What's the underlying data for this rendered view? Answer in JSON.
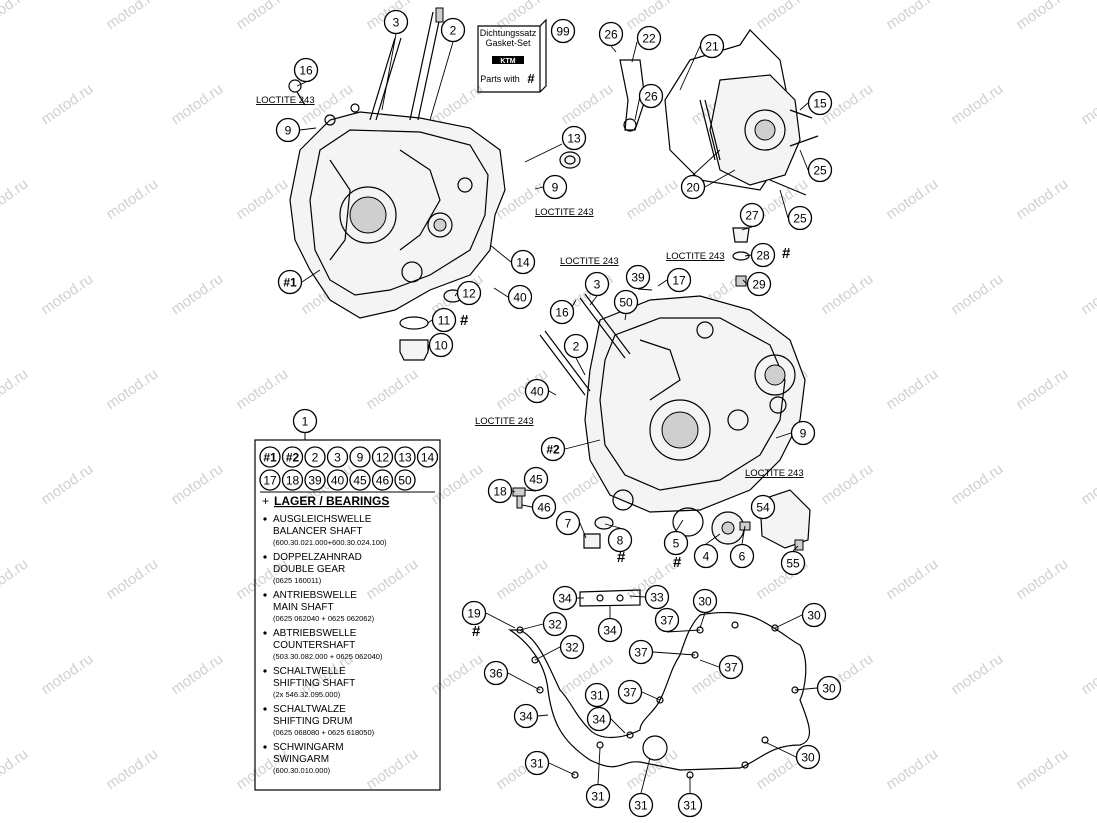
{
  "watermark": "motod.ru",
  "callouts": [
    {
      "id": "c3a",
      "label": "3"
    },
    {
      "id": "c2a",
      "label": "2"
    },
    {
      "id": "c16a",
      "label": "16"
    },
    {
      "id": "c9a",
      "label": "9"
    },
    {
      "id": "c13",
      "label": "13"
    },
    {
      "id": "c9b",
      "label": "9"
    },
    {
      "id": "c14",
      "label": "14"
    },
    {
      "id": "c40a",
      "label": "40"
    },
    {
      "id": "cH1a",
      "label": "#1"
    },
    {
      "id": "c12",
      "label": "12"
    },
    {
      "id": "c11",
      "label": "11"
    },
    {
      "id": "c10",
      "label": "10"
    },
    {
      "id": "c99",
      "label": "99"
    },
    {
      "id": "c26a",
      "label": "26"
    },
    {
      "id": "c22",
      "label": "22"
    },
    {
      "id": "c26b",
      "label": "26"
    },
    {
      "id": "c21",
      "label": "21"
    },
    {
      "id": "c15",
      "label": "15"
    },
    {
      "id": "c25a",
      "label": "25"
    },
    {
      "id": "c20",
      "label": "20"
    },
    {
      "id": "c25b",
      "label": "25"
    },
    {
      "id": "c27",
      "label": "27"
    },
    {
      "id": "c28",
      "label": "28"
    },
    {
      "id": "c29",
      "label": "29"
    },
    {
      "id": "c3b",
      "label": "3"
    },
    {
      "id": "c39",
      "label": "39"
    },
    {
      "id": "c17",
      "label": "17"
    },
    {
      "id": "c50",
      "label": "50"
    },
    {
      "id": "c16b",
      "label": "16"
    },
    {
      "id": "c2b",
      "label": "2"
    },
    {
      "id": "c40b",
      "label": "40"
    },
    {
      "id": "cH2a",
      "label": "#2"
    },
    {
      "id": "c9c",
      "label": "9"
    },
    {
      "id": "c45",
      "label": "45"
    },
    {
      "id": "c18",
      "label": "18"
    },
    {
      "id": "c46",
      "label": "46"
    },
    {
      "id": "c7",
      "label": "7"
    },
    {
      "id": "c8",
      "label": "8"
    },
    {
      "id": "c5",
      "label": "5"
    },
    {
      "id": "c4",
      "label": "4"
    },
    {
      "id": "c6",
      "label": "6"
    },
    {
      "id": "c54",
      "label": "54"
    },
    {
      "id": "c55",
      "label": "55"
    },
    {
      "id": "c1",
      "label": "1"
    },
    {
      "id": "c19",
      "label": "19"
    },
    {
      "id": "c34a",
      "label": "34"
    },
    {
      "id": "c33",
      "label": "33"
    },
    {
      "id": "c34b",
      "label": "34"
    },
    {
      "id": "c30a",
      "label": "30"
    },
    {
      "id": "c30b",
      "label": "30"
    },
    {
      "id": "c32a",
      "label": "32"
    },
    {
      "id": "c32b",
      "label": "32"
    },
    {
      "id": "c37a",
      "label": "37"
    },
    {
      "id": "c37b",
      "label": "37"
    },
    {
      "id": "c37c",
      "label": "37"
    },
    {
      "id": "c37d",
      "label": "37"
    },
    {
      "id": "c36",
      "label": "36"
    },
    {
      "id": "c30c",
      "label": "30"
    },
    {
      "id": "c31a",
      "label": "31"
    },
    {
      "id": "c34c",
      "label": "34"
    },
    {
      "id": "c34d",
      "label": "34"
    },
    {
      "id": "c30d",
      "label": "30"
    },
    {
      "id": "c31b",
      "label": "31"
    },
    {
      "id": "c31c",
      "label": "31"
    },
    {
      "id": "c31d",
      "label": "31"
    },
    {
      "id": "c31e",
      "label": "31"
    }
  ],
  "hash_marks": [
    "#",
    "#",
    "#",
    "#",
    "#"
  ],
  "loctite_labels": [
    "LOCTITE 243",
    "LOCTITE 243",
    "LOCTITE 243",
    "LOCTITE 243",
    "LOCTITE 243",
    "LOCTITE 243"
  ],
  "gasket_box": {
    "line1": "Dichtungssatz",
    "line2": "Gasket-Set",
    "brand": "KTM",
    "line3": "Parts with",
    "hash": "#"
  },
  "kit_box": {
    "row1": [
      "#1",
      "#2",
      "2",
      "3",
      "9",
      "12",
      "13",
      "14"
    ],
    "row2": [
      "17",
      "18",
      "39",
      "40",
      "45",
      "46",
      "50"
    ],
    "header_plus": "+",
    "header": "LAGER / BEARINGS",
    "items": [
      {
        "de": "AUSGLEICHSWELLE",
        "en": "BALANCER SHAFT",
        "pn": "(600.30.021.000+600.30.024.100)"
      },
      {
        "de": "DOPPELZAHNRAD",
        "en": "DOUBLE GEAR",
        "pn": "(0625 160011)"
      },
      {
        "de": "ANTRIEBSWELLE",
        "en": "MAIN SHAFT",
        "pn": "(0625 062040 + 0625 062062)"
      },
      {
        "de": "ABTRIEBSWELLE",
        "en": "COUNTERSHAFT",
        "pn": "(503.30.082.000 + 0625 062040)"
      },
      {
        "de": "SCHALTWELLE",
        "en": "SHIFTING SHAFT",
        "pn": "(2x 546.32.095.000)"
      },
      {
        "de": "SCHALTWALZE",
        "en": "SHIFTING DRUM",
        "pn": "(0625 068080 + 0625 618050)"
      },
      {
        "de": "SCHWINGARM",
        "en": "SWINGARM",
        "pn": "(600.30.010.000)"
      }
    ]
  }
}
